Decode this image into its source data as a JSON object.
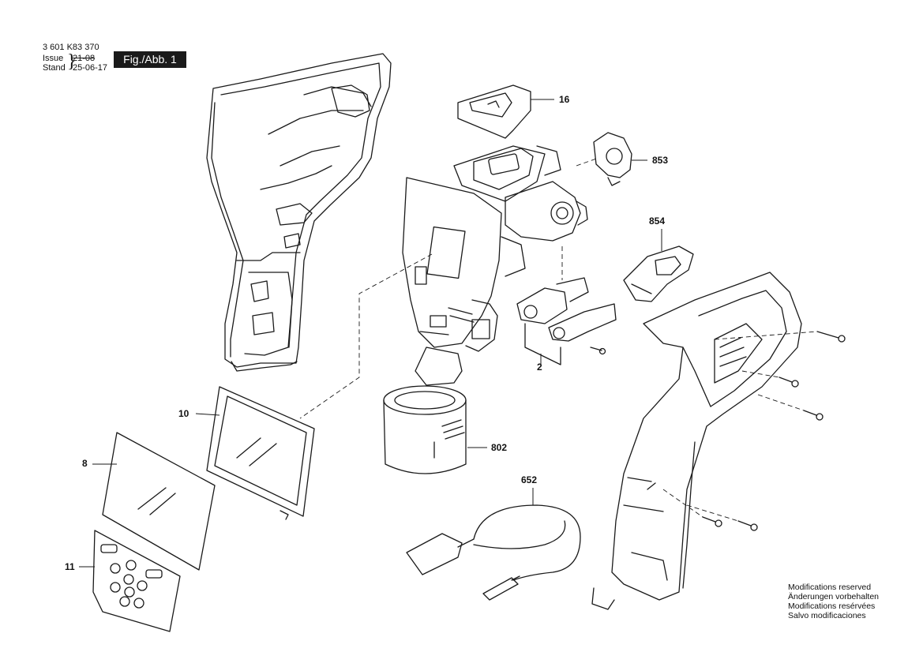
{
  "header": {
    "doc_number": "3 601 K83 370",
    "issue_label": "Issue",
    "issue_value": "21-08",
    "stand_label": "Stand",
    "stand_value": "25-06-17",
    "figure_badge": "Fig./Abb. 1"
  },
  "part_labels": {
    "p16": "16",
    "p853": "853",
    "p854": "854",
    "p2": "2",
    "p10": "10",
    "p8": "8",
    "p802": "802",
    "p652": "652",
    "p11": "11"
  },
  "notes": [
    "Modifications reserved",
    "Änderungen vorbehalten",
    "Modifications resérvées",
    "Salvo modificaciones"
  ]
}
